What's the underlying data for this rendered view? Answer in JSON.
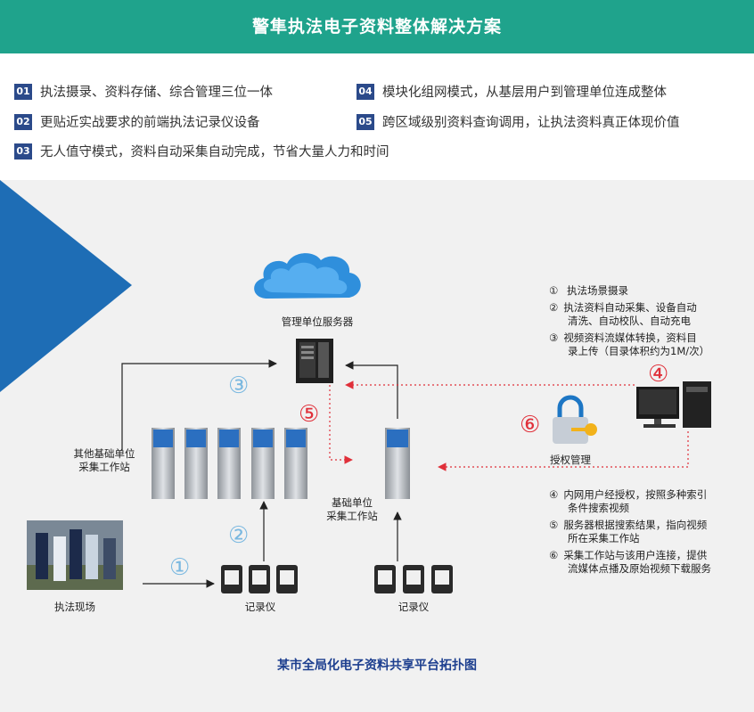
{
  "header": {
    "title": "警隼执法电子资料整体解决方案"
  },
  "features": [
    {
      "num": "01",
      "text": "执法摄录、资料存储、综合管理三位一体"
    },
    {
      "num": "02",
      "text": "更贴近实战要求的前端执法记录仪设备"
    },
    {
      "num": "03",
      "text": "无人值守模式，资料自动采集自动完成，节省大量人力和时间"
    },
    {
      "num": "04",
      "text": "模块化组网模式，从基层用户到管理单位连成整体"
    },
    {
      "num": "05",
      "text": "跨区域级别资料查询调用，让执法资料真正体现价值"
    }
  ],
  "diagram": {
    "server_label": "管理单位服务器",
    "other_station_label_1": "其他基础单位",
    "other_station_label_2": "采集工作站",
    "base_station_label_1": "基础单位",
    "base_station_label_2": "采集工作站",
    "auth_label": "授权管理",
    "scene_label": "执法现场",
    "recorder_label_1": "记录仪",
    "recorder_label_2": "记录仪",
    "steps": {
      "s1": "①",
      "s2": "②",
      "s3": "③",
      "s4": "④",
      "s5": "⑤",
      "s6": "⑥"
    },
    "notes_top": [
      {
        "mark": "①",
        "lines": [
          "执法场景摄录"
        ]
      },
      {
        "mark": "②",
        "lines": [
          "执法资料自动采集、设备自动",
          "清洗、自动校队、自动充电"
        ]
      },
      {
        "mark": "③",
        "lines": [
          "视频资料流媒体转换，资料目",
          "录上传（目录体积约为1M/次）"
        ]
      }
    ],
    "notes_bottom": [
      {
        "mark": "④",
        "lines": [
          "内网用户经授权，按照多种索引",
          "条件搜索视频"
        ]
      },
      {
        "mark": "⑤",
        "lines": [
          "服务器根据搜索结果，指向视频",
          "所在采集工作站"
        ]
      },
      {
        "mark": "⑥",
        "lines": [
          "采集工作站与该用户连接，提供",
          "流媒体点播及原始视频下载服务"
        ]
      }
    ],
    "caption": "某市全局化电子资料共享平台拓扑图"
  },
  "colors": {
    "header": "#1fa38c",
    "badge": "#2b4a8a",
    "step_blue": "#7ab8e0",
    "step_red": "#e0303a",
    "caption": "#1d3f8f"
  }
}
